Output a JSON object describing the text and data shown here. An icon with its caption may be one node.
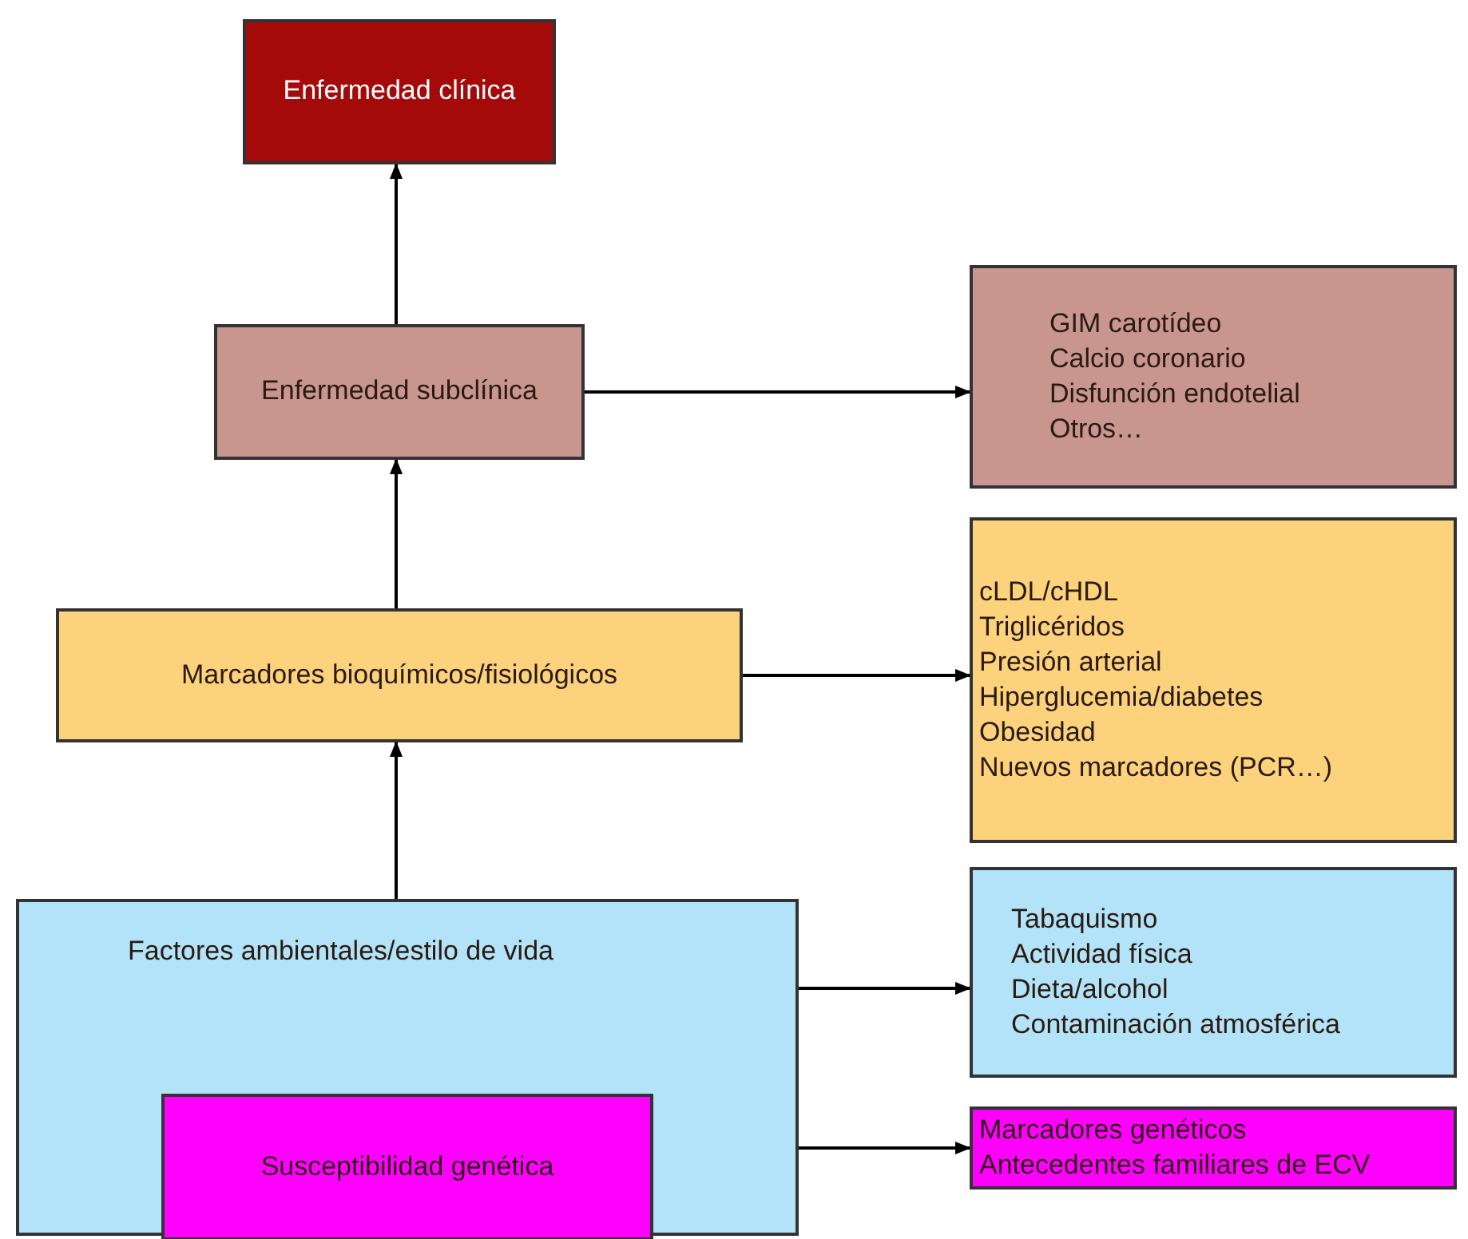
{
  "diagram": {
    "nodes": [
      {
        "text": [
          "Enfermedad clínica"
        ]
      },
      {
        "text": [
          "Enfermedad subclínica"
        ]
      },
      {
        "text": [
          "GIM carotídeo",
          "Calcio coronario",
          "Disfunción endotelial",
          "Otros…"
        ]
      },
      {
        "text": [
          "Marcadores bioquímicos/fisiológicos"
        ]
      },
      {
        "text": [
          "cLDL/cHDL",
          "Triglicéridos",
          "Presión arterial",
          "Hiperglucemia/diabetes",
          "Obesidad",
          "Nuevos marcadores (PCR…)"
        ]
      },
      {
        "text": [
          "Factores ambientales/estilo de vida"
        ]
      },
      {
        "text": [
          "Tabaquismo",
          "Actividad física",
          "Dieta/alcohol",
          "Contaminación atmosférica"
        ]
      },
      {
        "text": [
          "Susceptibilidad genética"
        ],
        "in": 5
      },
      {
        "text": [
          "Marcadores genéticos",
          "Antecedentes familiares de ECV"
        ]
      }
    ],
    "edges": [
      {
        "from": 1,
        "to": 0,
        "arrow": "to"
      },
      {
        "from": 3,
        "to": 1,
        "arrow": "to"
      },
      {
        "from": 5,
        "to": 3,
        "arrow": "to"
      },
      {
        "from": 1,
        "to": 2,
        "arrow": "to"
      },
      {
        "from": 3,
        "to": 4,
        "arrow": "to"
      },
      {
        "from": 5,
        "to": 6,
        "arrow": "to"
      },
      {
        "from": 7,
        "to": 8,
        "arrow": "to"
      }
    ]
  }
}
